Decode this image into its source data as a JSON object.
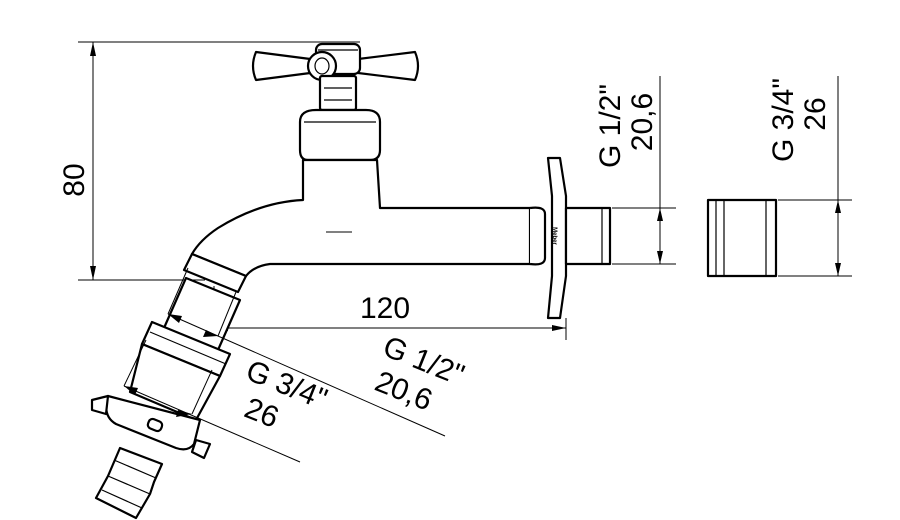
{
  "drawing": {
    "dim_height": "80",
    "dim_length": "120",
    "outlet_thread": "G 1/2\"",
    "outlet_size": "20,6",
    "adapter_thread": "G 3/4\"",
    "adapter_size": "26",
    "spout_thread": "G 1/2\"",
    "spout_size": "20,6",
    "hose_thread": "G 3/4\"",
    "hose_size": "26",
    "brand_mark": "Meber"
  }
}
